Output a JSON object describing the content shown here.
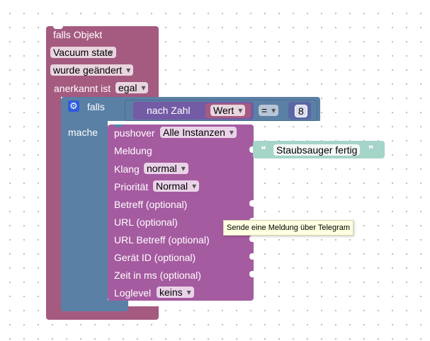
{
  "trigger_block": {
    "title": "falls Objekt",
    "object_value": "Vacuum state",
    "event_value": "wurde geändert",
    "ack_label": "anerkannt ist",
    "ack_value": "egal"
  },
  "if_block": {
    "if_label": "falls",
    "gear_icon": "gear-icon",
    "then_label": "mache"
  },
  "condition": {
    "tonumber_label": "nach Zahl",
    "value_dropdown": "Wert",
    "operator": "=",
    "number": "8"
  },
  "pushover_block": {
    "title": "pushover",
    "instance_value": "Alle Instanzen",
    "message_label": "Meldung",
    "message_value": "Staubsauger fertig",
    "quote_open": "❝",
    "quote_close": "❞",
    "sound_label": "Klang",
    "sound_value": "normal",
    "priority_label": "Priorität",
    "priority_value": "Normal",
    "subject_label": "Betreff (optional)",
    "url_label": "URL (optional)",
    "url_subject_label": "URL Betreff (optional)",
    "device_label": "Gerät ID (optional)",
    "time_label": "Zeit in ms (optional)",
    "loglevel_label": "Loglevel",
    "loglevel_value": "keins"
  },
  "tooltip": {
    "text": "Sende eine Meldung über Telegram"
  },
  "colors": {
    "trigger": "#a55b80",
    "control": "#5b80a5",
    "math": "#745ba5",
    "pushover": "#a55ba0",
    "text": "#a5d4c8"
  }
}
